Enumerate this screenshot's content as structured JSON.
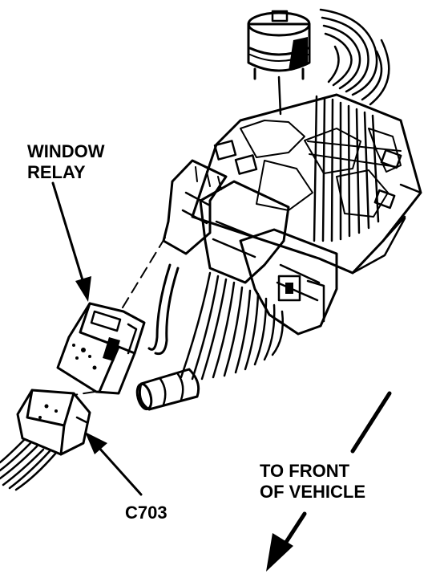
{
  "labels": {
    "window_relay_line1": "WINDOW",
    "window_relay_line2": "RELAY",
    "connector": "C703",
    "direction_line1": "TO FRONT",
    "direction_line2": "OF VEHICLE"
  },
  "colors": {
    "ink": "#000000",
    "paper": "#ffffff"
  }
}
